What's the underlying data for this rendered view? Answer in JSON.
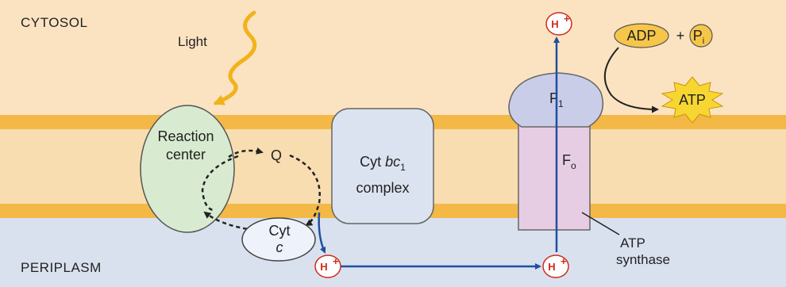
{
  "regions": {
    "top": "CYTOSOL",
    "bottom": "PERIPLASM"
  },
  "light_label": "Light",
  "reaction_center": {
    "line1": "Reaction",
    "line2": "center"
  },
  "quinone": "Q",
  "cyt_c": {
    "line1": "Cyt",
    "line2": "c"
  },
  "cyt_bc1": {
    "prefix": "Cyt ",
    "italic": "bc",
    "sub": "1",
    "line2": "complex"
  },
  "atp_synthase": {
    "f1_letter": "F",
    "f1_sub": "1",
    "fo_letter": "F",
    "fo_sub": "o",
    "label_line1": "ATP",
    "label_line2": "synthase"
  },
  "proton": {
    "symbol": "H",
    "charge": "+"
  },
  "adp": "ADP",
  "plus": "+",
  "pi": {
    "letter": "P",
    "sub": "i"
  },
  "atp": "ATP",
  "colors": {
    "cytosol_bg": "#fbe3c2",
    "periplasm_bg": "#d9e1ef",
    "membrane_stripe": "#f3b846",
    "membrane_core": "#f7ddb0",
    "reaction_center": "#d8ebd0",
    "cyt_bc1": "#dce3f0",
    "f1": "#c9cde8",
    "fo": "#e7cde3",
    "proton_flow": "#1f4fa0",
    "h_ion_text": "#d02a1a",
    "adp_fill": "#f6c64a",
    "atp_fill": "#f8d632",
    "light_arrow": "#f2b21a"
  }
}
